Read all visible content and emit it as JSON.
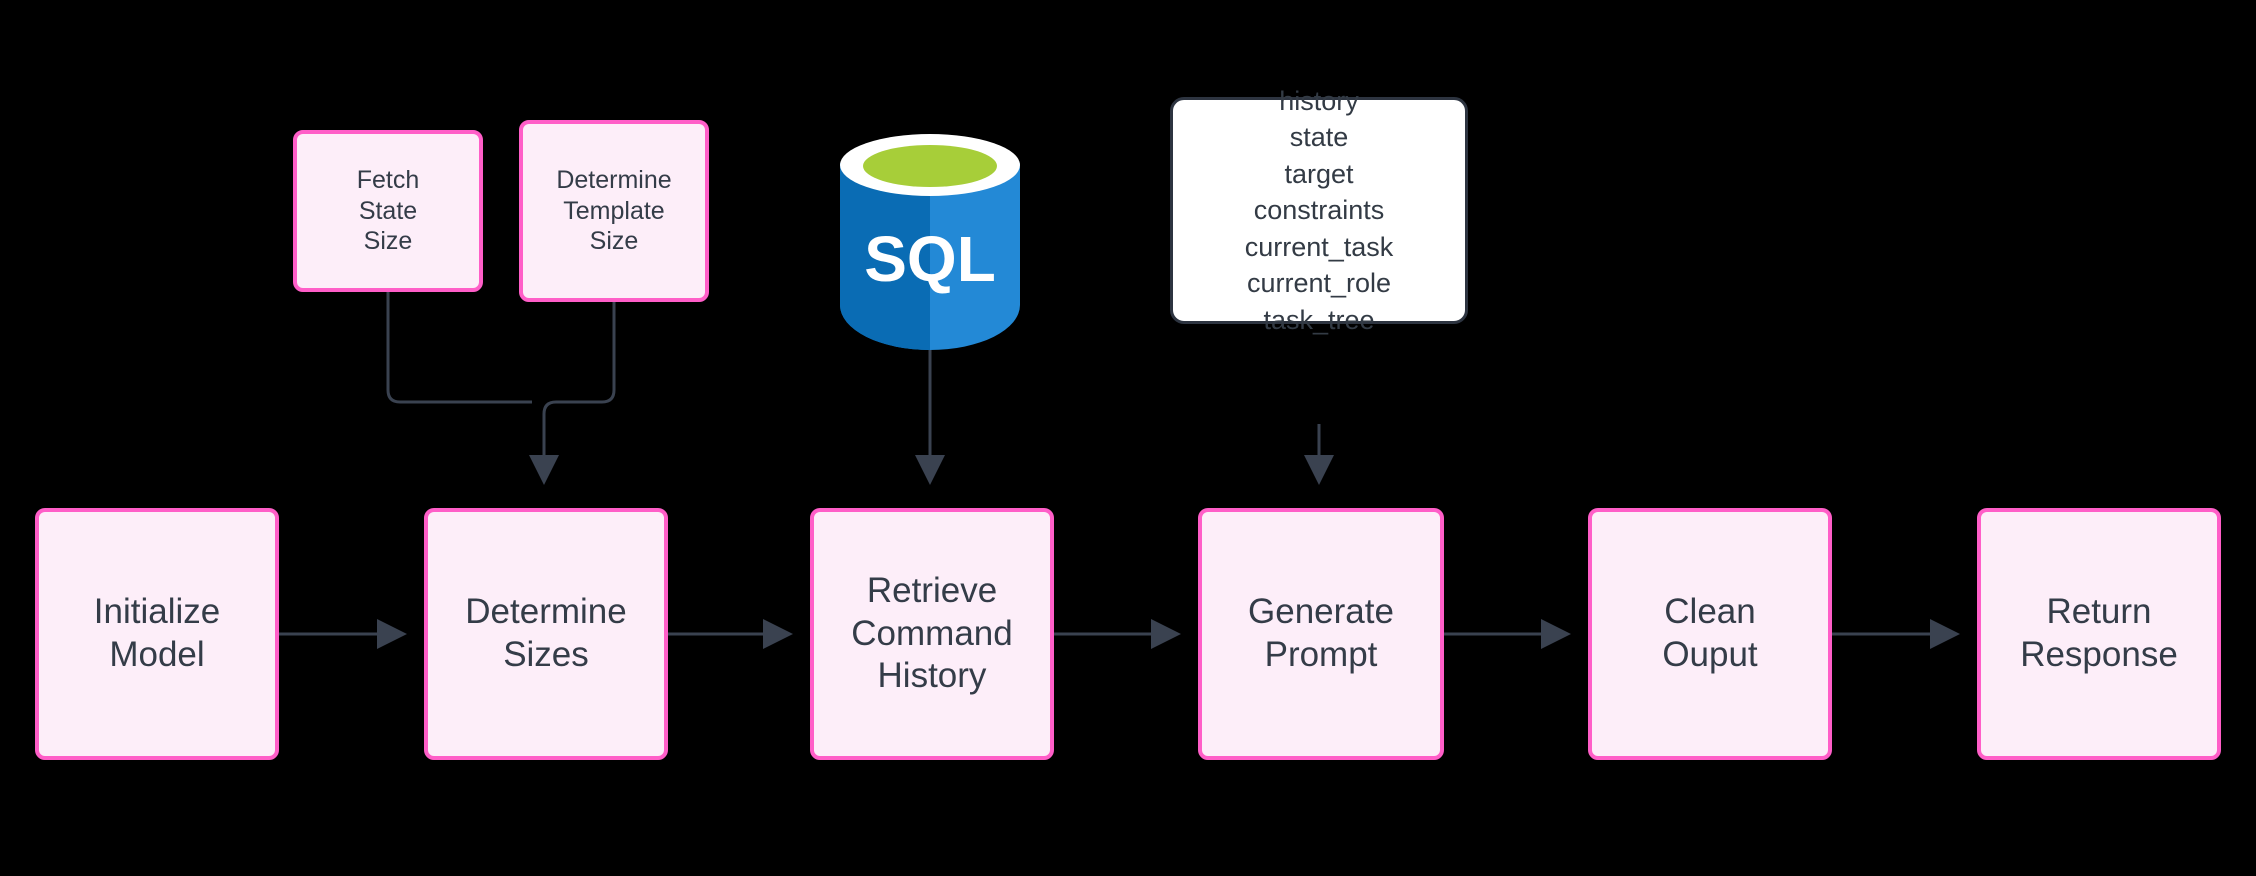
{
  "diagram": {
    "background": "#000000",
    "node_fill": "#fdeef9",
    "node_border": "#ff5ec8",
    "node_text": "#343c48",
    "edge_color": "#3a4250",
    "list_fill": "#ffffff",
    "list_border": "#2d3440",
    "db_colors": {
      "body_left": "#0a6cb4",
      "body_right": "#2389d6",
      "rim": "#ffffff",
      "top_light": "#a7ce39",
      "top_dark": "#5d9e0d",
      "label": "SQL"
    }
  },
  "nodes": {
    "fetch_state_size": {
      "label": "Fetch\nState\nSize"
    },
    "determine_template_size": {
      "label": "Determine\nTemplate\nSize"
    },
    "sql_database": {
      "label": "SQL"
    },
    "prompt_fields": {
      "label": "history\nstate\ntarget\nconstraints\ncurrent_task\ncurrent_role\ntask_tree"
    },
    "initialize_model": {
      "label": "Initialize\nModel"
    },
    "determine_sizes": {
      "label": "Determine\nSizes"
    },
    "retrieve_command_history": {
      "label": "Retrieve\nCommand\nHistory"
    },
    "generate_prompt": {
      "label": "Generate\nPrompt"
    },
    "clean_ouput": {
      "label": "Clean\nOuput"
    },
    "return_response": {
      "label": "Return\nResponse"
    }
  },
  "edges": [
    {
      "from": "fetch_state_size",
      "to": "determine_sizes",
      "kind": "elbow-merge"
    },
    {
      "from": "determine_template_size",
      "to": "determine_sizes",
      "kind": "elbow-merge"
    },
    {
      "from": "sql_database",
      "to": "retrieve_command_history",
      "kind": "vertical"
    },
    {
      "from": "prompt_fields",
      "to": "generate_prompt",
      "kind": "vertical"
    },
    {
      "from": "initialize_model",
      "to": "determine_sizes",
      "kind": "horizontal"
    },
    {
      "from": "determine_sizes",
      "to": "retrieve_command_history",
      "kind": "horizontal"
    },
    {
      "from": "retrieve_command_history",
      "to": "generate_prompt",
      "kind": "horizontal"
    },
    {
      "from": "generate_prompt",
      "to": "clean_ouput",
      "kind": "horizontal"
    },
    {
      "from": "clean_ouput",
      "to": "return_response",
      "kind": "horizontal"
    }
  ]
}
